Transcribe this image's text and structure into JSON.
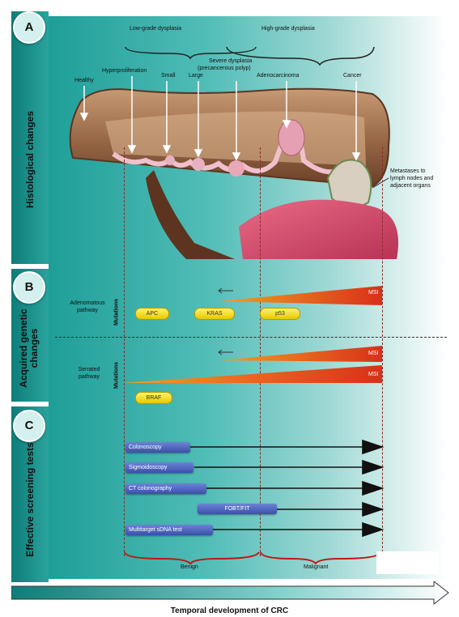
{
  "panels": {
    "a_letter": "A",
    "b_letter": "B",
    "c_letter": "C",
    "a_title": "Histological changes",
    "b_title": "Acquired genetic changes",
    "c_title": "Effective screening tests"
  },
  "histology": {
    "low_grade": "Low-grade dysplasia",
    "high_grade": "High-grade dysplasia",
    "healthy": "Healthy",
    "hyperproliferation": "Hyperproliferation",
    "small": "Small",
    "large": "Large",
    "severe": "Severe dysplasia",
    "severe_sub": "(precancerous polyp)",
    "adenocarcinoma": "Adenocarcinoma",
    "cancer": "Cancer",
    "metastases": "Metastases to lymph nodes and adjacent organs"
  },
  "genetics": {
    "adenomatous": "Adenomatous pathway",
    "serrated": "Serrated pathway",
    "mutations": "Mutations",
    "apc": "APC",
    "kras": "KRAS",
    "p53": "p53",
    "braf": "BRAF",
    "msi": "MSI"
  },
  "screening": {
    "tests": [
      "Colonoscopy",
      "Sigmoidoscopy",
      "CT colonography",
      "FOBT/FIT",
      "Multitarget sDNA test"
    ]
  },
  "footer": {
    "benign": "Benign",
    "malignant": "Malignant",
    "temporal": "Temporal development of CRC"
  },
  "colors": {
    "teal_dark": "#0e7d78",
    "teal_mid": "#52bdb7",
    "wedge": "#e8451e",
    "gene_pill": "#f2dd2a",
    "test_bar": "#4a5fb8"
  }
}
